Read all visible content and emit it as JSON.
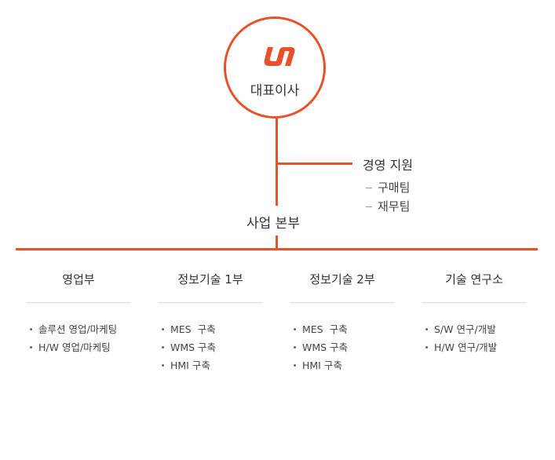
{
  "colors": {
    "accent": "#e8512a",
    "text": "#333333",
    "divider": "#dddddd"
  },
  "ceo": {
    "label": "대표이사",
    "logo_icon": "company-logo-icon"
  },
  "support": {
    "title": "경영 지원",
    "items": [
      "구매팀",
      "재무팀"
    ]
  },
  "headquarters": {
    "label": "사업 본부"
  },
  "departments": [
    {
      "title": "영업부",
      "items": [
        "솔루션 영업/마케팅",
        "H/W 영업/마케팅"
      ]
    },
    {
      "title": "정보기술 1부",
      "items": [
        "MES  구축",
        "WMS 구축",
        "HMI 구축"
      ]
    },
    {
      "title": "정보기술 2부",
      "items": [
        "MES  구축",
        "WMS 구축",
        "HMI 구축"
      ]
    },
    {
      "title": "기술 연구소",
      "items": [
        "S/W 연구/개발",
        "H/W 연구/개발"
      ]
    }
  ]
}
